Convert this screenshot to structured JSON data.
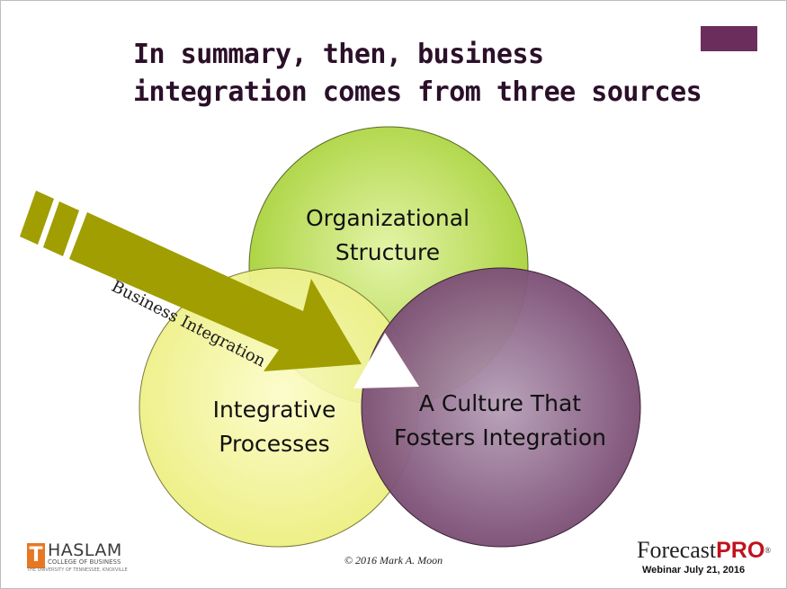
{
  "slide": {
    "title_line1": "In summary, then, business",
    "title_line2": "integration comes from three sources",
    "copyright": "© 2016 Mark A. Moon",
    "accent_color": "#6b2e5c"
  },
  "diagram": {
    "circle_top": {
      "line1": "Organizational",
      "line2": "Structure",
      "color": "#b8dc52"
    },
    "circle_left": {
      "line1": "Integrative",
      "line2": "Processes",
      "color": "#f2f38c"
    },
    "circle_right": {
      "line1": "A Culture That",
      "line2": "Fosters Integration",
      "color": "#8a5e8c"
    },
    "arrow_label": "Business Integration",
    "arrow_color": "#a09e00"
  },
  "logos": {
    "haslam": {
      "mark": "T",
      "name": "HASLAM",
      "sub": "COLLEGE OF BUSINESS",
      "university": "THE UNIVERSITY OF TENNESSEE, KNOXVILLE"
    },
    "forecastpro": {
      "brand_a": "Forecast",
      "brand_b": "PRO",
      "registered": "®",
      "webinar": "Webinar July 21, 2016"
    }
  }
}
